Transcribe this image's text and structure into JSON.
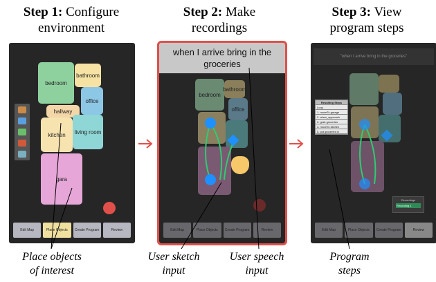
{
  "steps": [
    {
      "label": "Step 1:",
      "text_line1": "Configure",
      "text_line2": "environment"
    },
    {
      "label": "Step 2:",
      "text_line1": "Make",
      "text_line2": "recordings"
    },
    {
      "label": "Step 3:",
      "text_line1": "View",
      "text_line2": "program steps"
    }
  ],
  "rooms": {
    "bedroom": "bedroom",
    "bathroom": "bathroom",
    "office": "office",
    "hallway": "hallway",
    "kitchen": "kitchen",
    "living_room": "living room",
    "garage": "gara"
  },
  "speech_text": "when I arrive bring in the groceries",
  "speech_text_dim": "\"when I arrive bring in the groceries\"",
  "toolbar": [
    "Edit Map",
    "Place Objects",
    "Create Program",
    "Review"
  ],
  "program_steps": {
    "header": "Resulting Steps",
    "items": [
      "Loop",
      "1. moveTo garage",
      "2. when_approach",
      "3. grab groceries",
      "4. moveTo kitchen",
      "5. put groceries in countertop"
    ]
  },
  "recordings_label": "Recordings",
  "recording_item": "Recording 1",
  "captions": {
    "place_objects": [
      "Place objects",
      "of interest"
    ],
    "sketch": [
      "User sketch",
      "input"
    ],
    "speech": [
      "User speech",
      "input"
    ],
    "program": [
      "Program",
      "steps"
    ]
  },
  "colors": {
    "bedroom": "#8fd19e",
    "bathroom": "#f6e2a2",
    "office": "#8cc7e6",
    "hallway": "#f4d7a8",
    "kitchen": "#f7e3b0",
    "living_room": "#8fd6d6",
    "garage": "#e6a6d8",
    "accent_red": "#e0504a",
    "path_blue": "#1e90ff",
    "path_green": "#2ecc71"
  }
}
